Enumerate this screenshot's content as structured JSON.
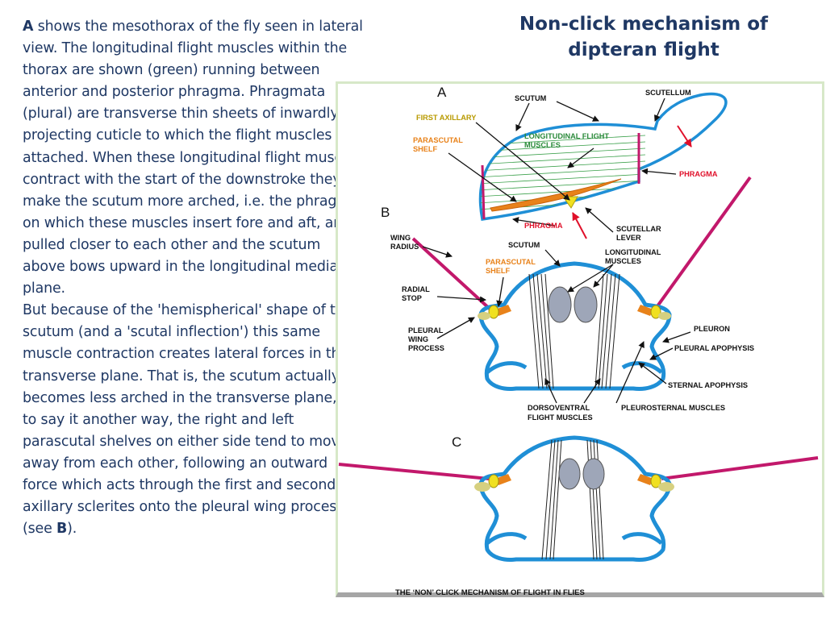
{
  "slide": {
    "title": "Non-click mechanism of dipteran flight",
    "paragraphs": [
      {
        "lead": "A",
        "text": " shows the mesothorax of the fly seen in lateral view. The longitudinal flight muscles within the thorax are shown (green) running between anterior and posterior phragma. Phragmata (plural) are transverse thin sheets of inwardly projecting cuticle to which the flight muscles are attached. When these longitudinal flight muscles contract with the start of the downstroke they make the scutum more arched, i.e. the phragma on which these muscles insert fore and aft, are pulled closer to each other and the scutum above bows upward in the longitudinal median plane."
      },
      {
        "text": "But because of the 'hemispherical' shape of the scutum (and a 'scutal inflection') this same muscle contraction creates lateral forces in the transverse plane. That is, the scutum actually becomes less arched in the transverse plane, or to say it another way, the right and left parascutal shelves on either side tend to move away from each other, following an outward force which acts through the first and second axillary sclerites onto the pleural wing process (see ",
        "ref": "B",
        "tail": ")."
      }
    ]
  },
  "figure": {
    "caption": "THE ‘NON’ CLICK MECHANISM OF FLIGHT IN FLIES",
    "panels": {
      "a": "A",
      "b": "B",
      "c": "C"
    },
    "labels": {
      "scutum_a": "SCUTUM",
      "scutellum": "SCUTELLUM",
      "first_axillary": "FIRST AXILLARY",
      "parascutal_shelf_a": [
        "PARASCUTAL",
        "SHELF"
      ],
      "longitudinal_flight_muscles": [
        "LONGITUDINAL FLIGHT",
        "MUSCLES"
      ],
      "phragma_right": "PHRAGMA",
      "phragma_bottom": "PHRAGMA",
      "scutellar_lever": [
        "SCUTELLAR",
        "LEVER"
      ],
      "wing_radius": [
        "WING",
        "RADIUS"
      ],
      "scutum_b": "SCUTUM",
      "longitudinal_muscles": [
        "LONGITUDINAL",
        "MUSCLES"
      ],
      "parascutal_shelf_b": [
        "PARASCUTAL",
        "SHELF"
      ],
      "radial_stop": [
        "RADIAL",
        "STOP"
      ],
      "pleuron": "PLEURON",
      "pleural_apophysis": "PLEURAL APOPHYSIS",
      "pleural_wing_process": [
        "PLEURAL",
        "WING",
        "PROCESS"
      ],
      "sternal_apophysis": "STERNAL APOPHYSIS",
      "dorsoventral": [
        "DORSOVENTRAL",
        "FLIGHT MUSCLES"
      ],
      "pleurosternal": "PLEUROSTERNAL MUSCLES"
    },
    "colors": {
      "cuticle": "#1f8fd6",
      "wing": "#c2186b",
      "muscle": "#3aa04a",
      "parascutal": "#e8821a",
      "axillary": "#f0e020",
      "phragma_label": "#e0102a",
      "text": "#1f3864"
    }
  }
}
